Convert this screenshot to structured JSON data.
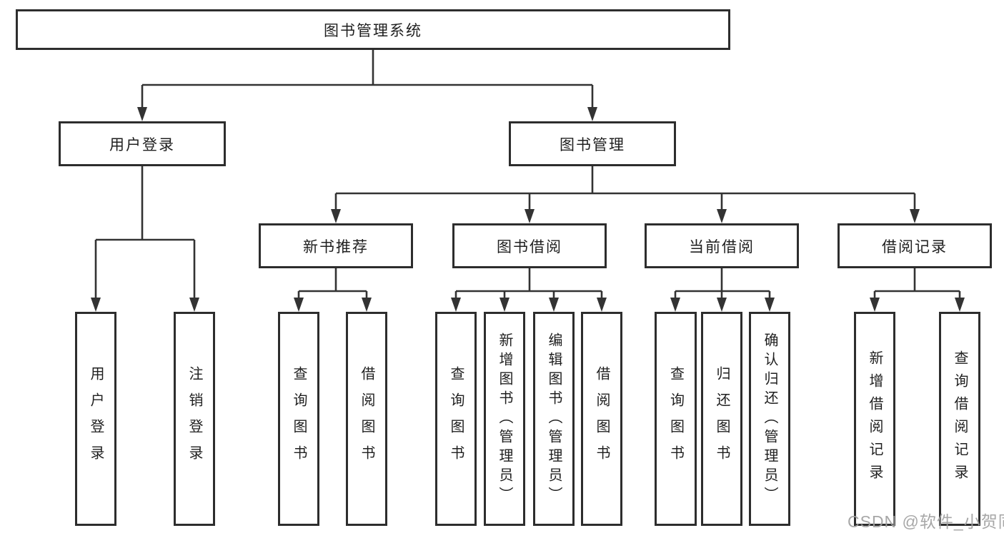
{
  "tree": {
    "root": {
      "label": "图书管理系统"
    },
    "branches": [
      {
        "label": "用户登录",
        "children": [
          {
            "label": "用户登录"
          },
          {
            "label": "注销登录"
          }
        ]
      },
      {
        "label": "图书管理",
        "groups": [
          {
            "label": "新书推荐",
            "children": [
              {
                "label": "查询图书"
              },
              {
                "label": "借阅图书"
              }
            ]
          },
          {
            "label": "图书借阅",
            "children": [
              {
                "label": "查询图书"
              },
              {
                "label": "新增图书（管理员）"
              },
              {
                "label": "编辑图书（管理员）"
              },
              {
                "label": "借阅图书"
              }
            ]
          },
          {
            "label": "当前借阅",
            "children": [
              {
                "label": "查询图书"
              },
              {
                "label": "归还图书"
              },
              {
                "label": "确认归还（管理员）"
              }
            ]
          },
          {
            "label": "借阅记录",
            "children": [
              {
                "label": "新增借阅记录"
              },
              {
                "label": "查询借阅记录"
              }
            ]
          }
        ]
      }
    ]
  },
  "watermark": {
    "text": "CSDN @软件_小贺同学"
  },
  "colors": {
    "background": "#ffffff",
    "box_border": "#2d2d2d",
    "line": "#333333",
    "text": "#1f1f1f",
    "watermark": "#a0a0a0"
  }
}
